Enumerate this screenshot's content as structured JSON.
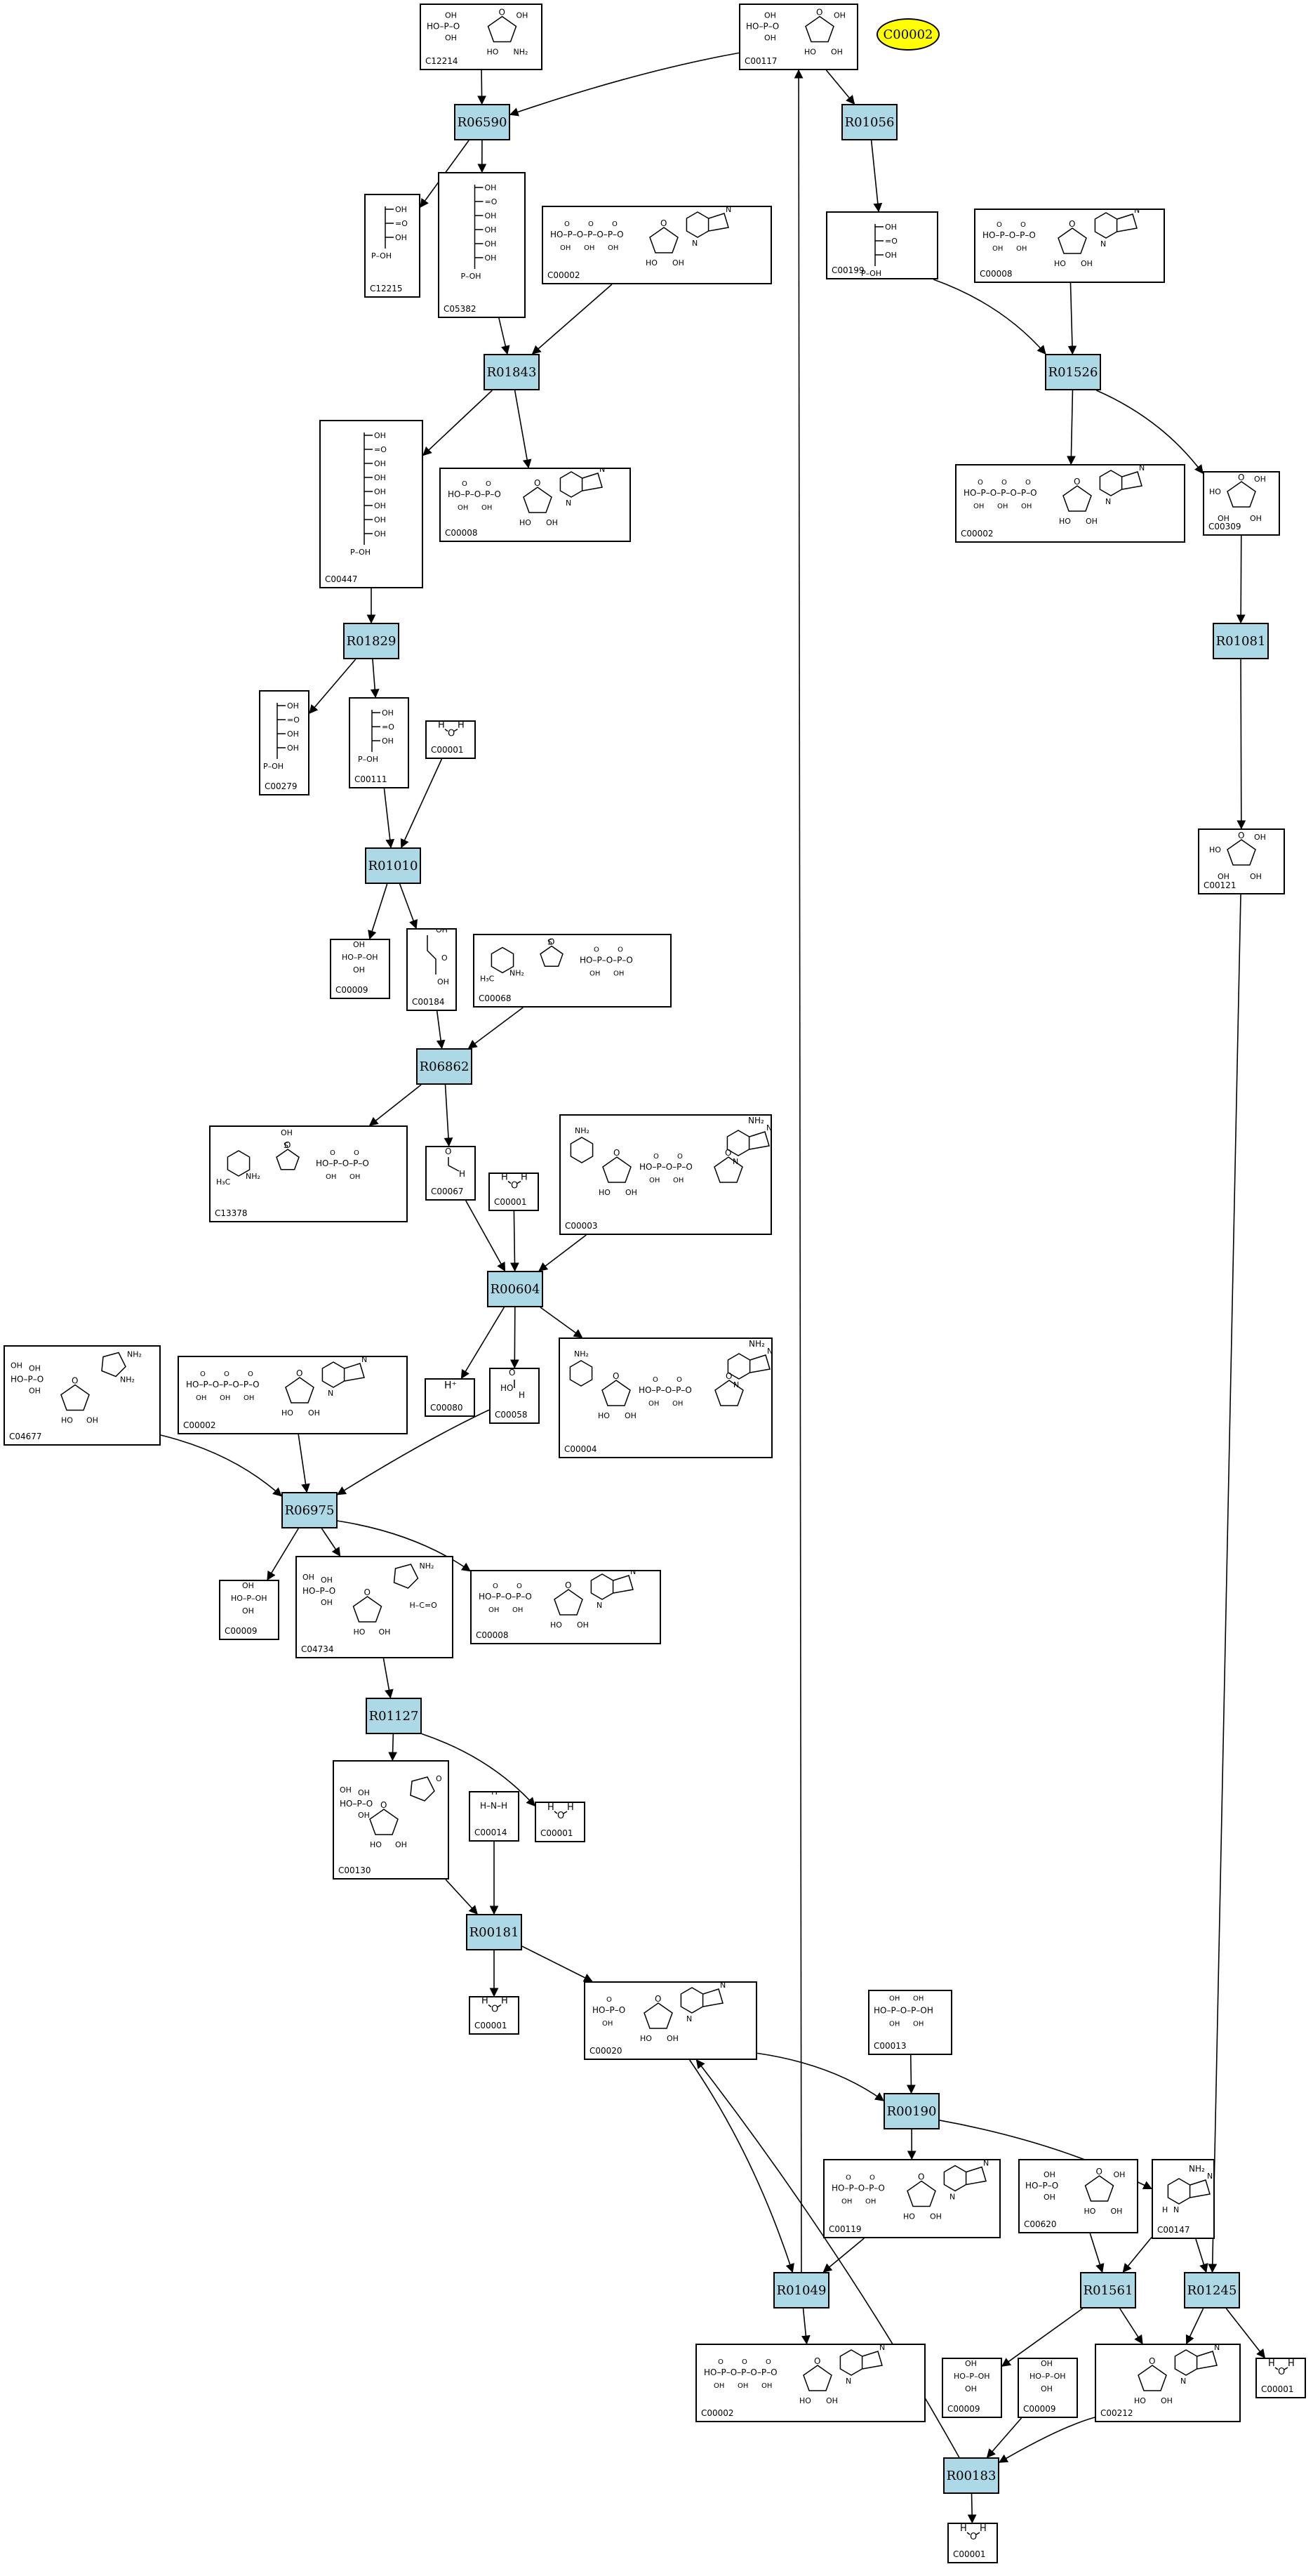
{
  "highlight": {
    "id": "C00002",
    "color": "#ffff00"
  },
  "colors": {
    "reaction_fill": "#add8e6",
    "edge": "#000000",
    "compound_border": "#000000"
  },
  "reactions": [
    {
      "key": "R06590",
      "label": "R06590"
    },
    {
      "key": "R01056",
      "label": "R01056"
    },
    {
      "key": "R01843",
      "label": "R01843"
    },
    {
      "key": "R01526",
      "label": "R01526"
    },
    {
      "key": "R01829",
      "label": "R01829"
    },
    {
      "key": "R01081",
      "label": "R01081"
    },
    {
      "key": "R01010",
      "label": "R01010"
    },
    {
      "key": "R06862",
      "label": "R06862"
    },
    {
      "key": "R00604",
      "label": "R00604"
    },
    {
      "key": "R06975",
      "label": "R06975"
    },
    {
      "key": "R01127",
      "label": "R01127"
    },
    {
      "key": "R00181",
      "label": "R00181"
    },
    {
      "key": "R00190",
      "label": "R00190"
    },
    {
      "key": "R01049",
      "label": "R01049"
    },
    {
      "key": "R01561",
      "label": "R01561"
    },
    {
      "key": "R01245",
      "label": "R01245"
    },
    {
      "key": "R00183",
      "label": "R00183"
    }
  ],
  "compounds": [
    {
      "key": "c12214",
      "id": "C12214",
      "structure": "aminosugar-phosphate"
    },
    {
      "key": "c00117",
      "id": "C00117",
      "structure": "ribose-5-phosphate"
    },
    {
      "key": "c12215",
      "id": "C12215",
      "structure": "imine-phosphate"
    },
    {
      "key": "c05382",
      "id": "C05382",
      "structure": "sedoheptulose-7-phosphate"
    },
    {
      "key": "c00002_a",
      "id": "C00002",
      "structure": "atp"
    },
    {
      "key": "c00199",
      "id": "C00199",
      "structure": "ribulose-5-phosphate"
    },
    {
      "key": "c00008_a",
      "id": "C00008",
      "structure": "adp"
    },
    {
      "key": "c00447",
      "id": "C00447",
      "structure": "sedoheptulose-bisphosphate"
    },
    {
      "key": "c00008_b",
      "id": "C00008",
      "structure": "adp"
    },
    {
      "key": "c00002_b",
      "id": "C00002",
      "structure": "atp"
    },
    {
      "key": "c00309",
      "id": "C00309",
      "structure": "ribulose"
    },
    {
      "key": "c00279",
      "id": "C00279",
      "structure": "erythrose-4-phosphate"
    },
    {
      "key": "c00111",
      "id": "C00111",
      "structure": "glycerone-phosphate"
    },
    {
      "key": "c00001_a",
      "id": "C00001",
      "structure": "water"
    },
    {
      "key": "c00121",
      "id": "C00121",
      "structure": "ribose"
    },
    {
      "key": "c00009_a",
      "id": "C00009",
      "structure": "phosphate"
    },
    {
      "key": "c00184",
      "id": "C00184",
      "structure": "glycerone"
    },
    {
      "key": "c00068",
      "id": "C00068",
      "structure": "thiamin-diphosphate"
    },
    {
      "key": "c13378",
      "id": "C13378",
      "structure": "hydroxyethyl-thiamin-dp"
    },
    {
      "key": "c00067",
      "id": "C00067",
      "structure": "formaldehyde"
    },
    {
      "key": "c00001_b",
      "id": "C00001",
      "structure": "water"
    },
    {
      "key": "c00003",
      "id": "C00003",
      "structure": "nad"
    },
    {
      "key": "c04677",
      "id": "C04677",
      "structure": "aicar"
    },
    {
      "key": "c00002_c",
      "id": "C00002",
      "structure": "atp"
    },
    {
      "key": "c00080",
      "id": "C00080",
      "structure": "proton"
    },
    {
      "key": "c00058",
      "id": "C00058",
      "structure": "formate"
    },
    {
      "key": "c00004",
      "id": "C00004",
      "structure": "nadh"
    },
    {
      "key": "c00009_b",
      "id": "C00009",
      "structure": "phosphate"
    },
    {
      "key": "c04734",
      "id": "C04734",
      "structure": "faicar"
    },
    {
      "key": "c00008_c",
      "id": "C00008",
      "structure": "adp"
    },
    {
      "key": "c00130",
      "id": "C00130",
      "structure": "imp"
    },
    {
      "key": "c00014",
      "id": "C00014",
      "structure": "ammonia"
    },
    {
      "key": "c00001_c",
      "id": "C00001",
      "structure": "water"
    },
    {
      "key": "c00001_d",
      "id": "C00001",
      "structure": "water"
    },
    {
      "key": "c00020",
      "id": "C00020",
      "structure": "amp"
    },
    {
      "key": "c00013",
      "id": "C00013",
      "structure": "pyrophosphate"
    },
    {
      "key": "c00119",
      "id": "C00119",
      "structure": "prpp"
    },
    {
      "key": "c00620",
      "id": "C00620",
      "structure": "ribose-1-phosphate"
    },
    {
      "key": "c00147",
      "id": "C00147",
      "structure": "adenine"
    },
    {
      "key": "c00002_d",
      "id": "C00002",
      "structure": "atp"
    },
    {
      "key": "c00009_c",
      "id": "C00009",
      "structure": "phosphate"
    },
    {
      "key": "c00009_d",
      "id": "C00009",
      "structure": "phosphate"
    },
    {
      "key": "c00212",
      "id": "C00212",
      "structure": "adenosine"
    },
    {
      "key": "c00001_e",
      "id": "C00001",
      "structure": "water"
    },
    {
      "key": "c00001_f",
      "id": "C00001",
      "structure": "water"
    }
  ]
}
